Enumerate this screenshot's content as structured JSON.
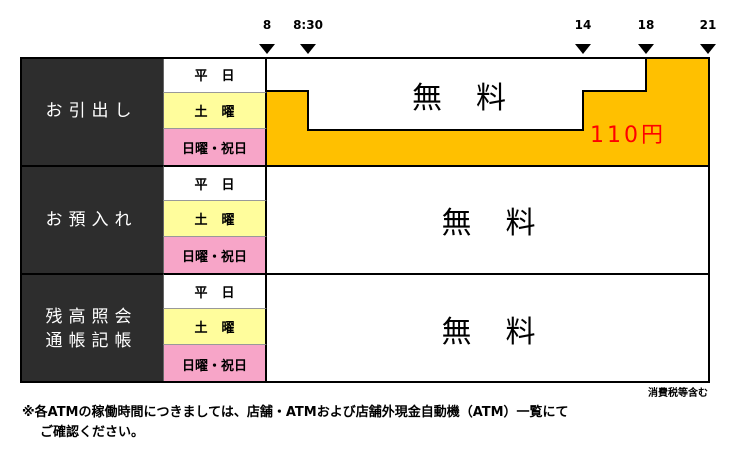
{
  "time_axis": {
    "ticks": [
      {
        "label": "8",
        "hour": 8
      },
      {
        "label": "8:30",
        "hour": 8.5
      },
      {
        "label": "14",
        "hour": 14
      },
      {
        "label": "18",
        "hour": 18
      },
      {
        "label": "21",
        "hour": 21
      }
    ]
  },
  "services": [
    {
      "name_lines": [
        "お引出し"
      ],
      "days": [
        "平日",
        "土曜",
        "日曜・祝日"
      ],
      "fee_text": "無料",
      "paid_text": "110円"
    },
    {
      "name_lines": [
        "お預入れ"
      ],
      "days": [
        "平日",
        "土曜",
        "日曜・祝日"
      ],
      "fee_text": "無料"
    },
    {
      "name_lines": [
        "残高照会",
        "通帳記帳"
      ],
      "days": [
        "平日",
        "土曜",
        "日曜・祝日"
      ],
      "fee_text": "無料"
    }
  ],
  "colors": {
    "service_bg": "#2d2d2d",
    "weekday_bg": "#ffffff",
    "saturday_bg": "#fffd9c",
    "holiday_bg": "#f7a5c8",
    "paid_fill": "#ffc000",
    "paid_text": "#ff0000"
  },
  "tax_note": "消費税等含む",
  "footnote": {
    "line1": "※各ATMの稼働時間につきましては、店舗・ATMおよび店舗外現金自動機（ATM）一覧にて",
    "line2": "ご確認ください。"
  }
}
